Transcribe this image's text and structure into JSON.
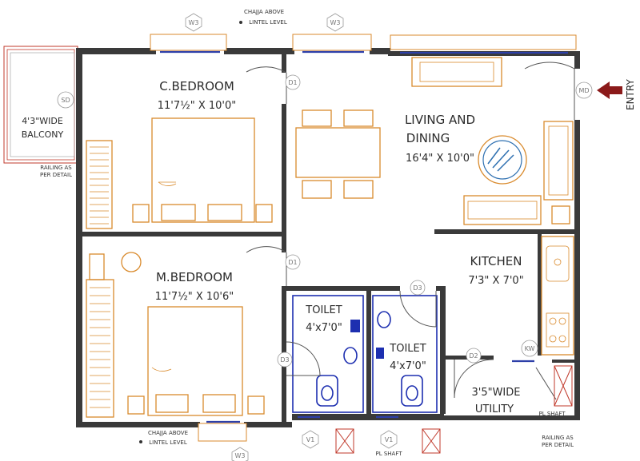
{
  "rooms": {
    "c_bedroom": {
      "name": "C.BEDROOM",
      "dim": "11'7½\" X 10'0\""
    },
    "living": {
      "name1": "LIVING AND",
      "name2": "DINING",
      "dim": "16'4\" X 10'0\""
    },
    "m_bedroom": {
      "name": "M.BEDROOM",
      "dim": "11'7½\" X 10'6\""
    },
    "kitchen": {
      "name": "KITCHEN",
      "dim": "7'3\" X 7'0\""
    },
    "toilet1": {
      "name": "TOILET",
      "dim": "4'x7'0\""
    },
    "toilet2": {
      "name": "TOILET",
      "dim": "4'x7'0\""
    },
    "balcony": {
      "line1": "4'3\"WIDE",
      "line2": "BALCONY"
    },
    "utility": {
      "line1": "3'5\"WIDE",
      "line2": "UTILITY"
    }
  },
  "notes": {
    "chajja_top_1": "CHAJJA ABOVE",
    "chajja_top_2": "LINTEL LEVEL",
    "chajja_bottom_1": "CHAJJA ABOVE",
    "chajja_bottom_2": "LINTEL LEVEL",
    "railing_left_1": "RAILING AS",
    "railing_left_2": "PER DETAIL",
    "railing_right_1": "RAILING AS",
    "railing_right_2": "PER DETAIL",
    "pl_shaft_bottom": "PL SHAFT",
    "pl_shaft_right": "PL SHAFT",
    "entry": "ENTRY"
  },
  "tags": {
    "w3_top_left": "W3",
    "w3_top_right": "W3",
    "w3_bottom": "W3",
    "sd": "SD",
    "d1_top": "D1",
    "d1_mid": "D1",
    "md": "MD",
    "d3": "D3",
    "d3b": "D3",
    "d2": "D2",
    "kw": "KW",
    "v1_left": "V1",
    "v1_right": "V1"
  },
  "colors": {
    "wall": "#3a3a3a",
    "furniture": "#d98a2c",
    "glass": "#2d3fa8",
    "toilet": "#1d2fb0",
    "entry_arrow": "#8b1a1a"
  },
  "icons": {
    "entry": "arrow-left-icon"
  }
}
